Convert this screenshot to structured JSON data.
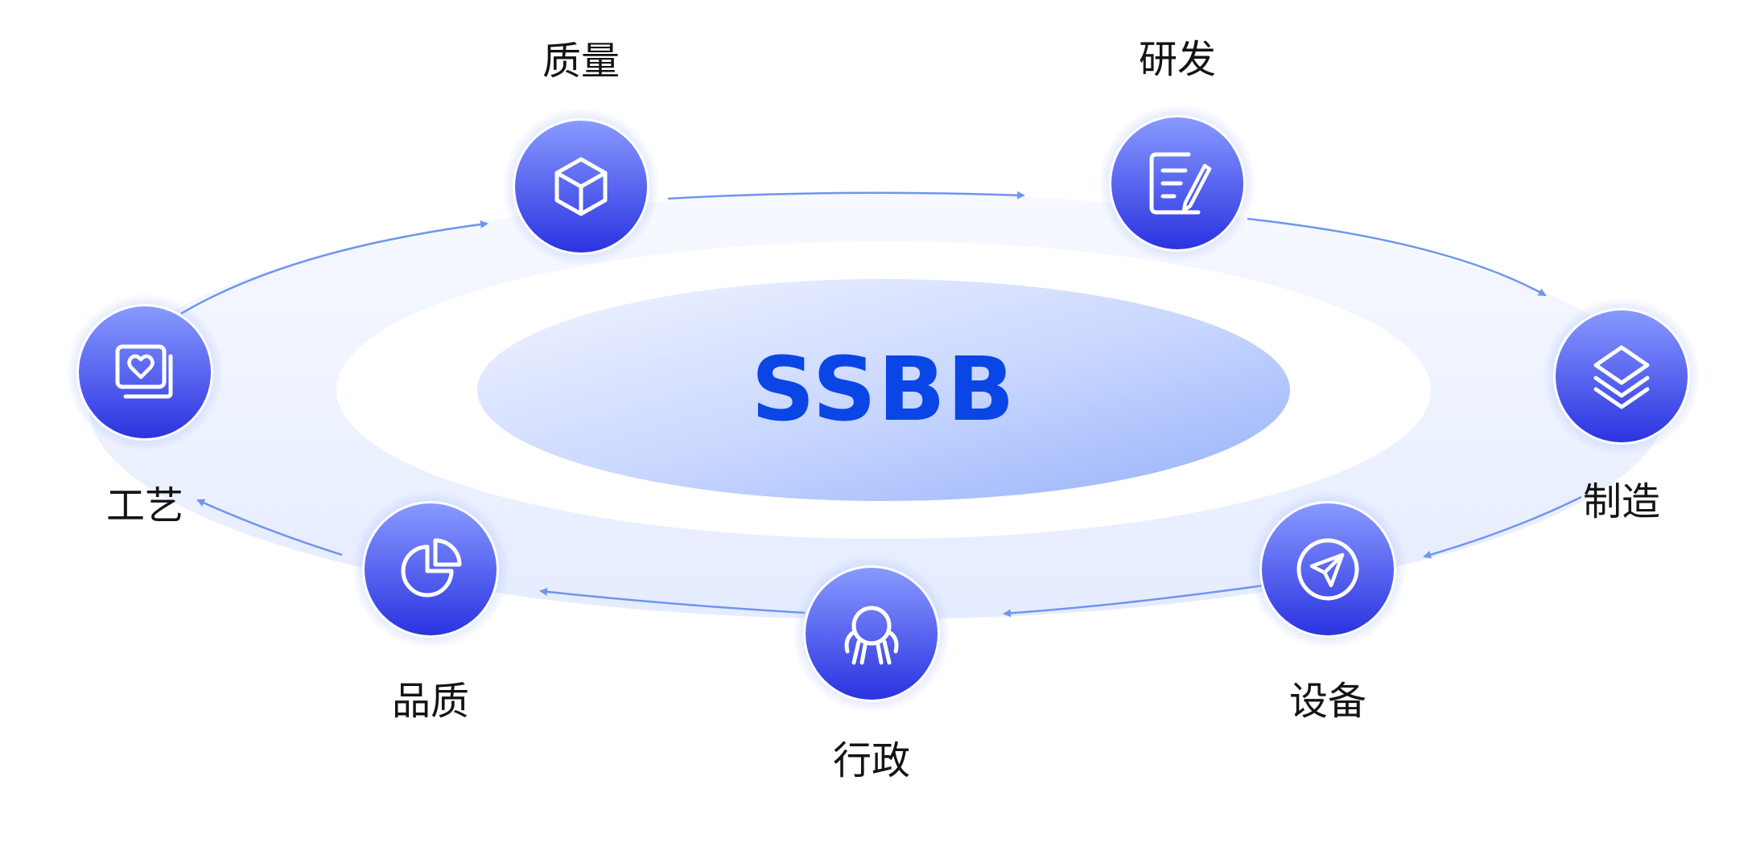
{
  "center": {
    "title": "SSBB",
    "title_color": "#0a45e6"
  },
  "colors": {
    "node_top": "#7f93ff",
    "node_bottom": "#2a36e3",
    "ring": "#eef2ff",
    "arrow": "#6f95f0",
    "ellipse_inner_start": "#eef3ff",
    "ellipse_inner_end": "#9fb9fb"
  },
  "nodes": [
    {
      "id": "quality",
      "label": "质量",
      "icon": "cube-icon"
    },
    {
      "id": "rnd",
      "label": "研发",
      "icon": "document-edit-icon"
    },
    {
      "id": "manufacturing",
      "label": "制造",
      "icon": "layers-icon"
    },
    {
      "id": "equipment",
      "label": "设备",
      "icon": "paper-plane-icon"
    },
    {
      "id": "administration",
      "label": "行政",
      "icon": "team-icon"
    },
    {
      "id": "product-quality",
      "label": "品质",
      "icon": "pie-chart-icon"
    },
    {
      "id": "process",
      "label": "工艺",
      "icon": "heart-photos-icon"
    }
  ]
}
